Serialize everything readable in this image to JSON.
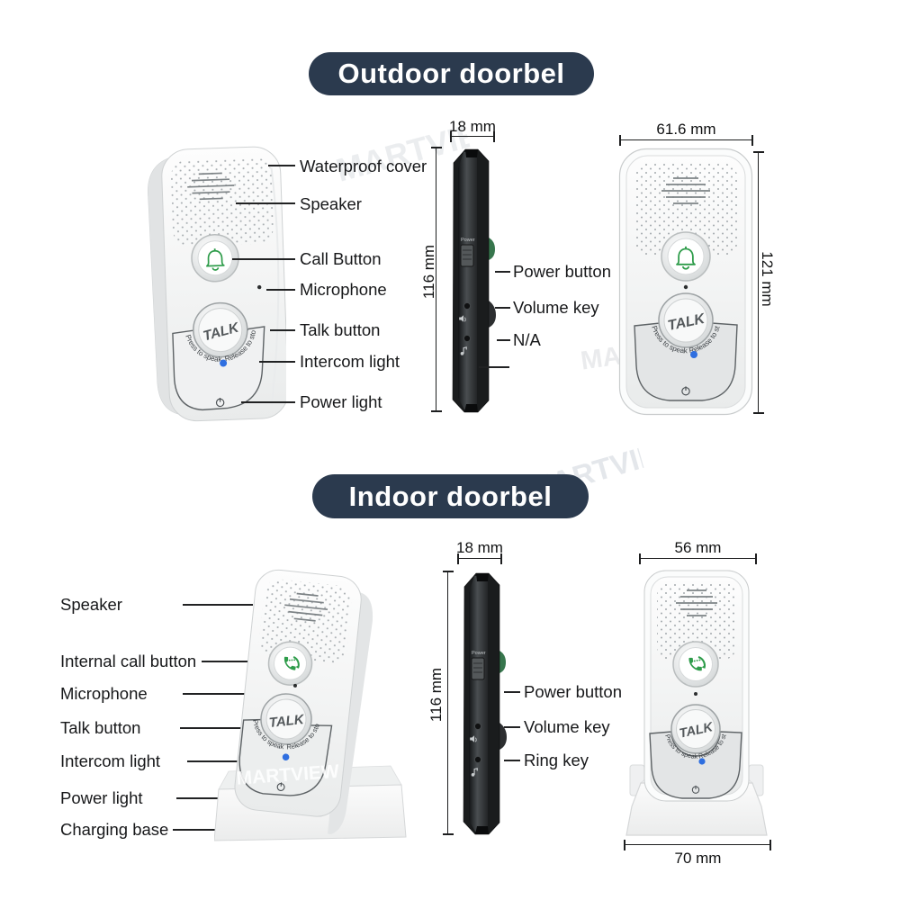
{
  "outdoor": {
    "title": "Outdoor doorbel",
    "part_labels": [
      "Waterproof cover",
      "Speaker",
      "Call Button",
      "Microphone",
      "Talk button",
      "Intercom light",
      "Power light"
    ],
    "side_view": {
      "width": "18 mm",
      "height": "116 mm",
      "labels": [
        "Power button",
        "Volume key",
        "N/A"
      ]
    },
    "front_view": {
      "width": "61.6 mm",
      "height": "121 mm"
    }
  },
  "indoor": {
    "title": "Indoor doorbel",
    "part_labels": [
      "Speaker",
      "Internal call button",
      "Microphone",
      "Talk button",
      "Intercom light",
      "Power light",
      "Charging base"
    ],
    "side_view": {
      "width": "18 mm",
      "height": "116 mm",
      "labels": [
        "Power button",
        "Volume key",
        "Ring key"
      ]
    },
    "front_view": {
      "width": "56 mm",
      "base_width": "70 mm"
    }
  },
  "device_text": {
    "talk": "TALK",
    "press_to_speak": "Press to speak",
    "release_to_stop": "Release to stop",
    "power": "Power"
  },
  "watermark": "MARTVIEW",
  "colors": {
    "title_bg": "#2b3a4e",
    "accent_green": "#2e9c4a",
    "intercom_blue": "#2f6fe0",
    "line": "#212223"
  }
}
